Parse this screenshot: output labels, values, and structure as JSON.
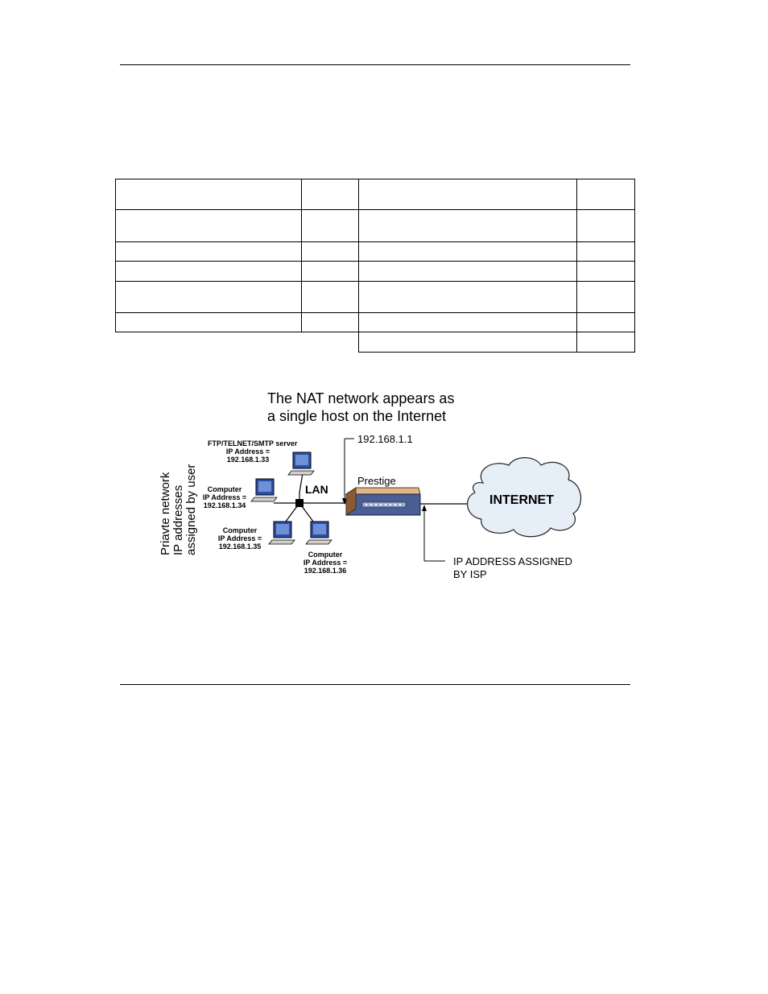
{
  "table": {
    "rows": [
      [
        "",
        "",
        "",
        ""
      ],
      [
        "",
        "",
        "",
        ""
      ],
      [
        "",
        "",
        "",
        ""
      ],
      [
        "",
        "",
        "",
        ""
      ],
      [
        "",
        "",
        "",
        ""
      ],
      [
        "",
        "",
        "",
        ""
      ],
      [
        "",
        "",
        "",
        ""
      ]
    ]
  },
  "diagram": {
    "title_line1": "The NAT network appears as",
    "title_line2": "a single host on the Internet",
    "router_ip": "192.168.1.1",
    "router_name": "Prestige",
    "lan_label": "LAN",
    "internet_label": "INTERNET",
    "isp_line1": "IP ADDRESS ASSIGNED",
    "isp_line2": "BY ISP",
    "side_line1": "Priavte network",
    "side_line2": "IP addresses",
    "side_line3": "assigned by user",
    "server": {
      "line1": "FTP/TELNET/SMTP server",
      "line2": "IP Address =",
      "line3": "192.168.1.33"
    },
    "computer_34": {
      "line1": "Computer",
      "line2": "IP Address =",
      "line3": "192.168.1.34"
    },
    "computer_35": {
      "line1": "Computer",
      "line2": "IP Address =",
      "line3": "192.168.1.35"
    },
    "computer_36": {
      "line1": "Computer",
      "line2": "IP Address =",
      "line3": "192.168.1.36"
    }
  }
}
